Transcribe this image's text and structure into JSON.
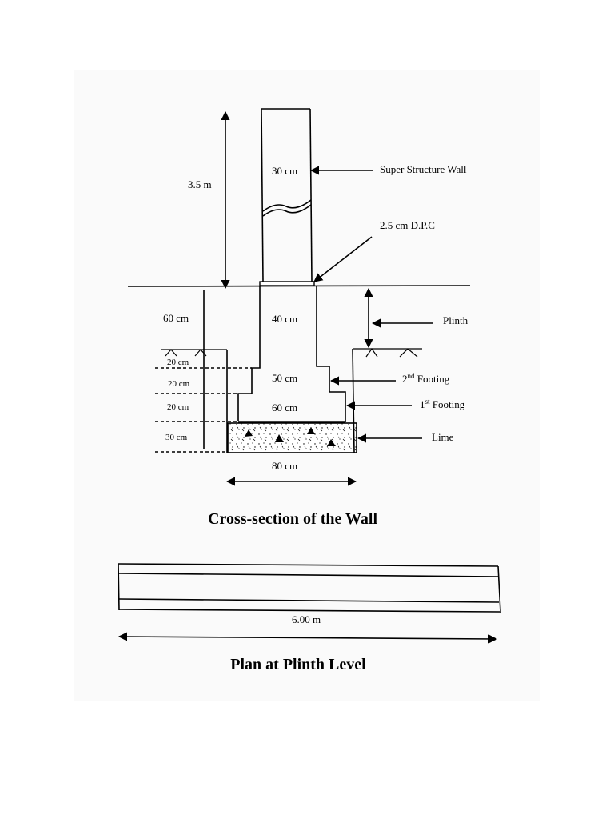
{
  "cross_section": {
    "title": "Cross-section of the Wall",
    "labels": {
      "wall_thickness": "30 cm",
      "wall_height": "3.5 m",
      "plinth_depth": "60 cm",
      "plinth_width": "40 cm",
      "second_footing_width": "50 cm",
      "first_footing_width": "60 cm",
      "lime_concrete_width": "80 cm",
      "depth_1": "20 cm",
      "depth_2": "20 cm",
      "depth_3": "20 cm",
      "depth_4": "30 cm"
    },
    "callouts": {
      "super_structure": "Super Structure Wall",
      "dpc": "2.5 cm D.P.C",
      "plinth": "Plinth",
      "second_footing_num": "2",
      "second_footing_sup": "nd",
      "second_footing_text": " Footing",
      "first_footing_num": "1",
      "first_footing_sup": "st",
      "first_footing_text": " Footing",
      "lime": "Lime"
    }
  },
  "plan": {
    "title": "Plan at Plinth Level",
    "length_label": "6.00 m"
  }
}
